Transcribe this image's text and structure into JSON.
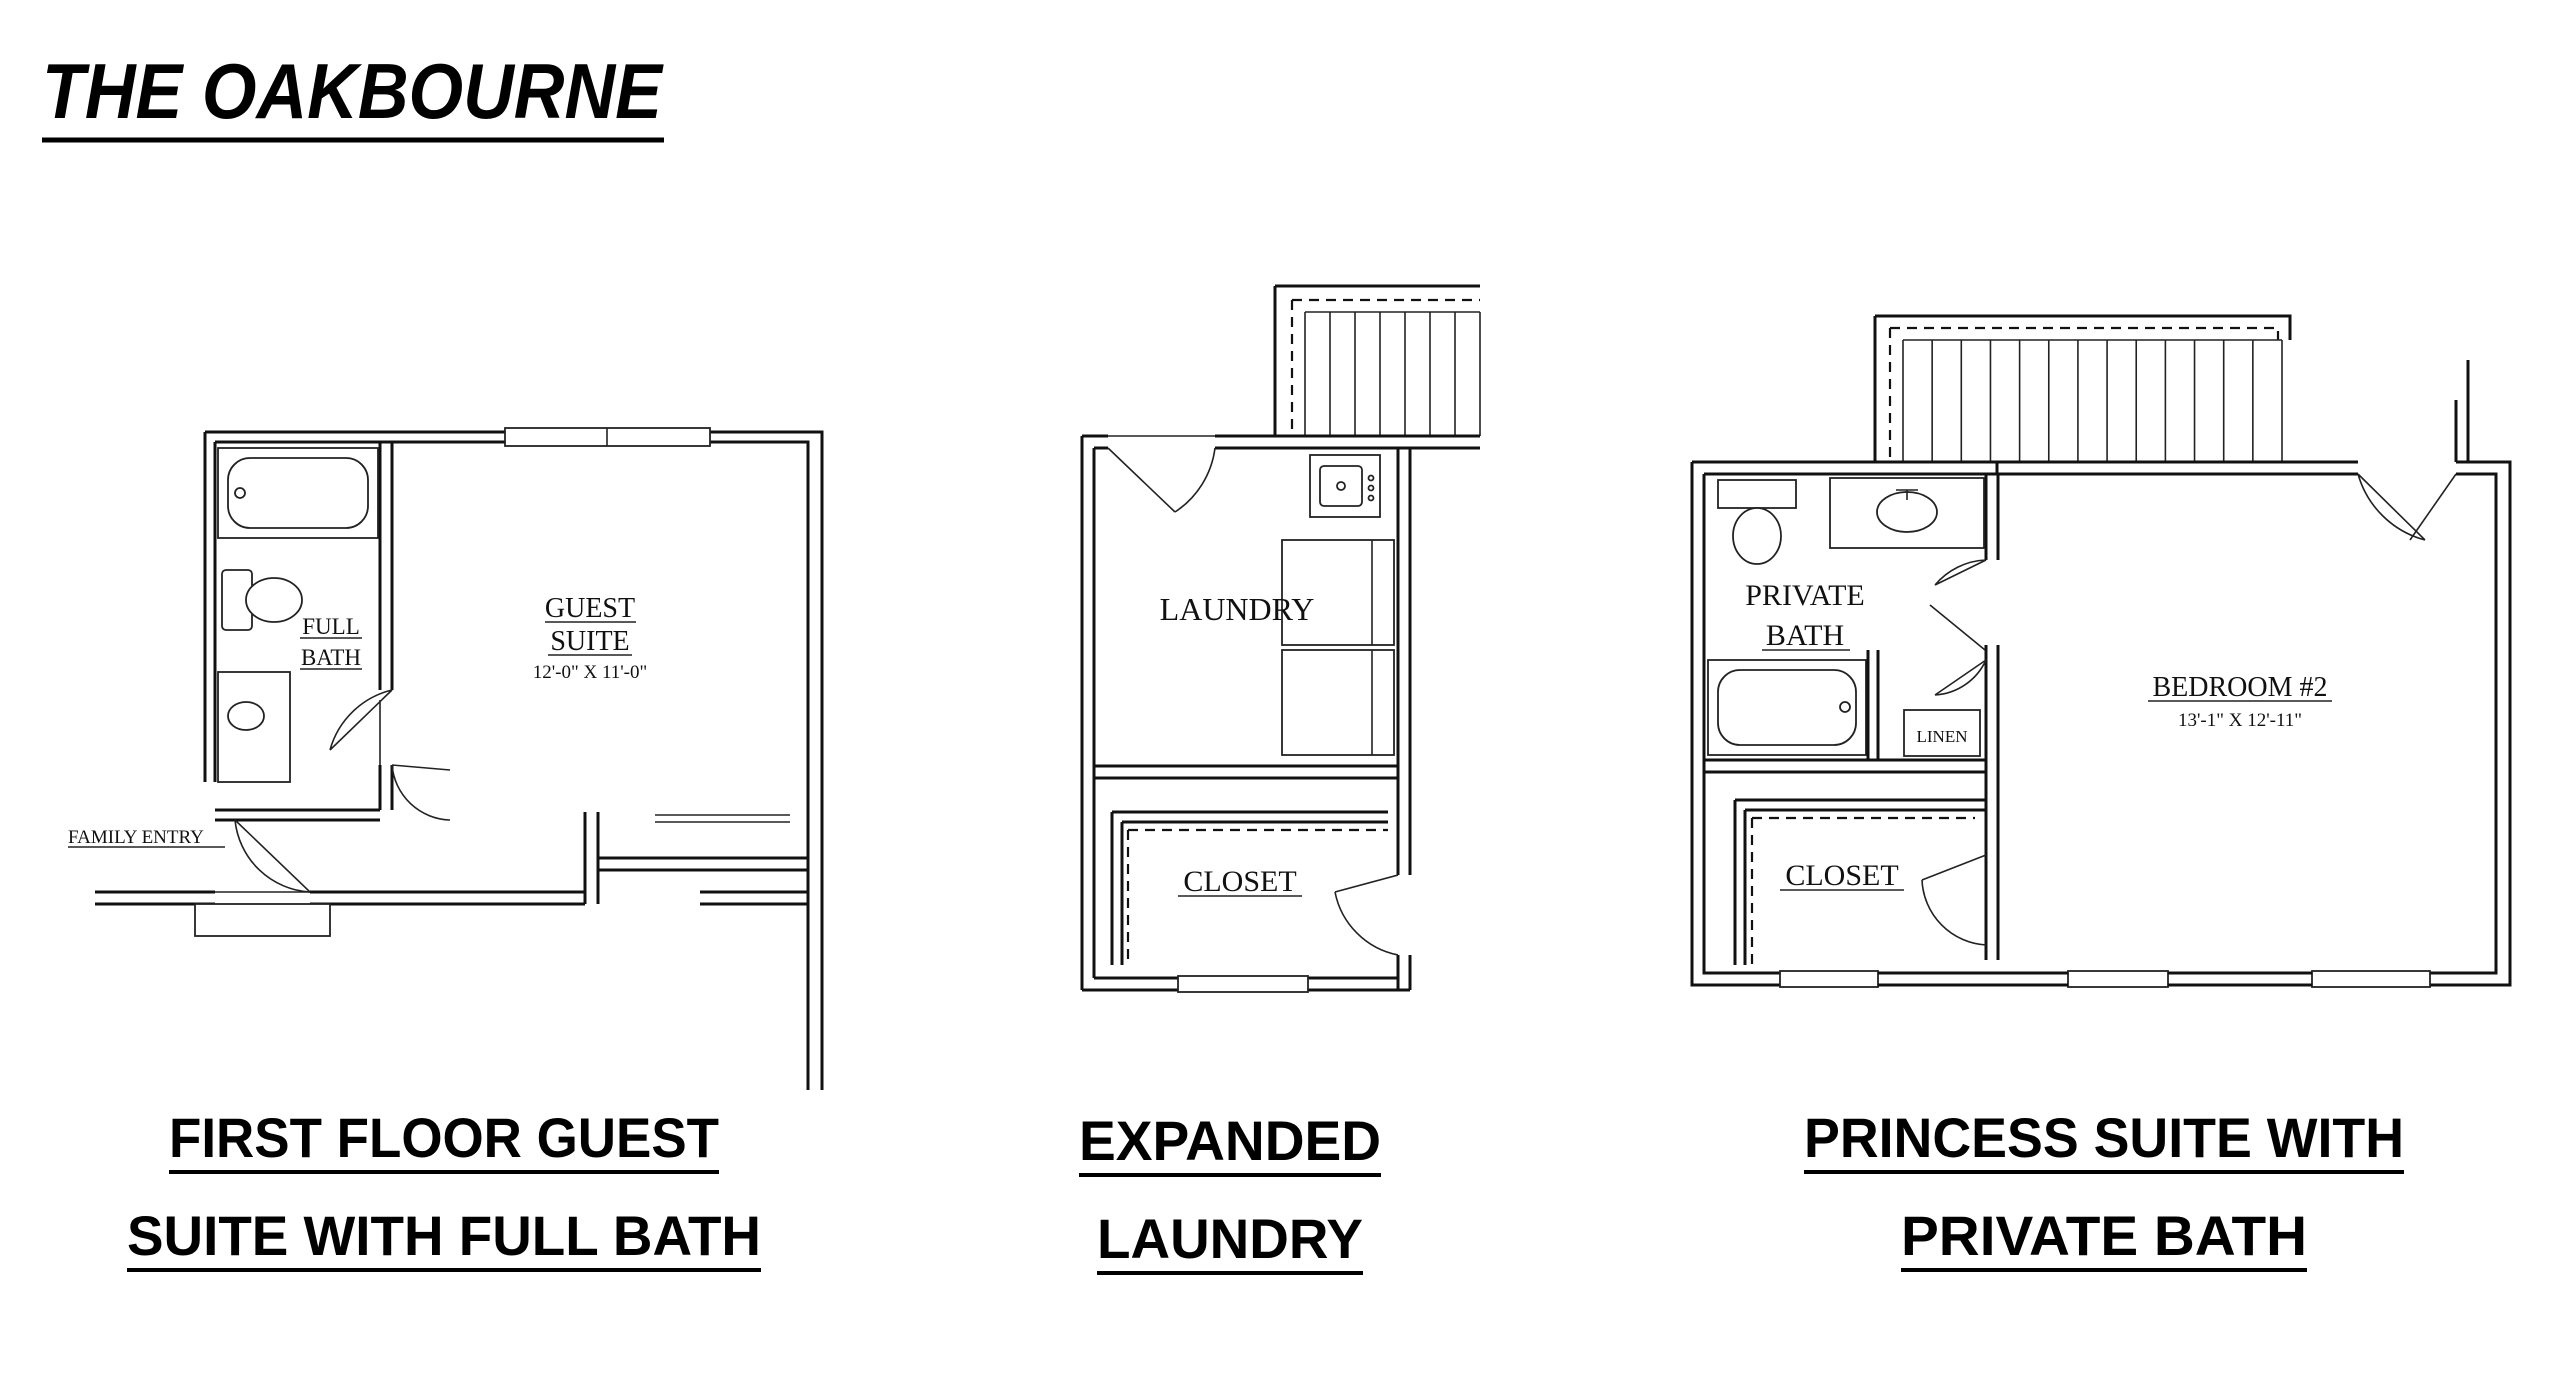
{
  "title": "THE OAKBOURNE",
  "plans": {
    "guest": {
      "room_label_1": "GUEST",
      "room_label_2": "SUITE",
      "room_size": "12'-0\" X 11'-0\"",
      "bath_label_1": "FULL",
      "bath_label_2": "BATH",
      "entry_label": "FAMILY ENTRY",
      "caption_line_1": "FIRST FLOOR GUEST",
      "caption_line_2": "SUITE WITH FULL BATH"
    },
    "laundry": {
      "laundry_label": "LAUNDRY",
      "closet_label": "CLOSET",
      "caption_line_1": "EXPANDED",
      "caption_line_2": "LAUNDRY"
    },
    "princess": {
      "bath_label_1": "PRIVATE",
      "bath_label_2": "BATH",
      "linen_label": "LINEN",
      "bedroom_label": "BEDROOM #2",
      "bedroom_size": "13'-1\" X 12'-11\"",
      "closet_label": "CLOSET",
      "caption_line_1": "PRINCESS SUITE WITH",
      "caption_line_2": "PRIVATE BATH"
    }
  }
}
